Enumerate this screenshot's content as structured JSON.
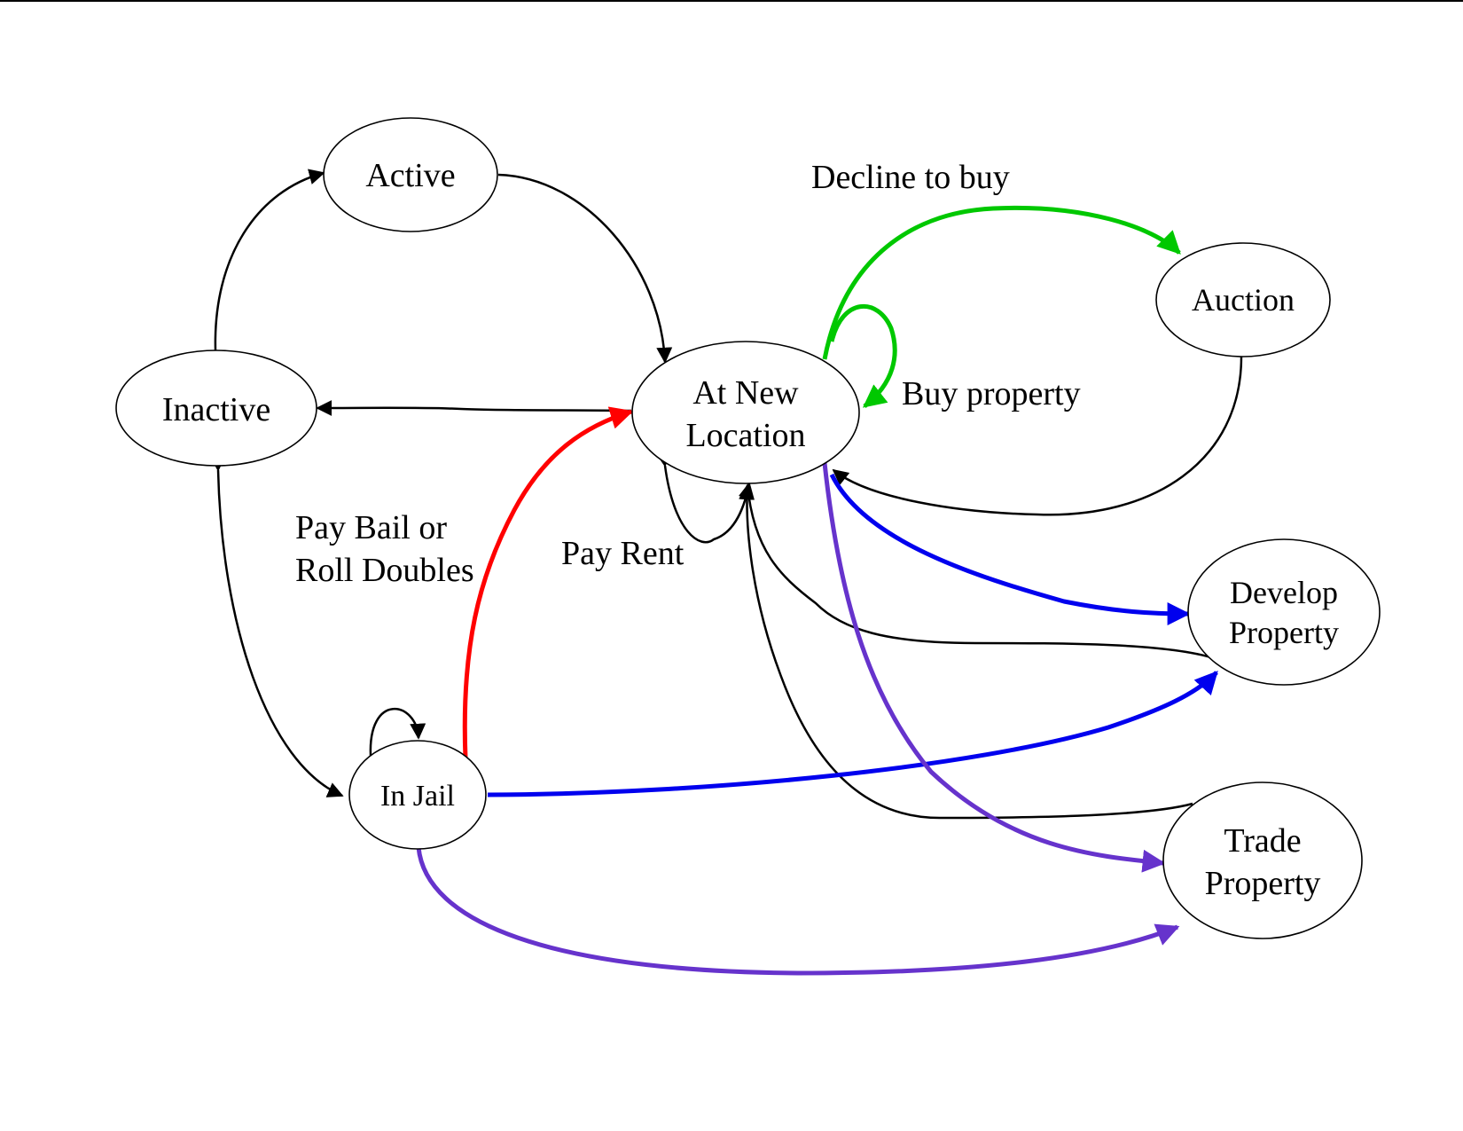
{
  "nodes": {
    "active": {
      "lines": [
        "Active"
      ]
    },
    "inactive": {
      "lines": [
        "Inactive"
      ]
    },
    "at_new_location": {
      "lines": [
        "At New",
        "Location"
      ]
    },
    "auction": {
      "lines": [
        "Auction"
      ]
    },
    "develop_property": {
      "lines": [
        "Develop",
        "Property"
      ]
    },
    "trade_property": {
      "lines": [
        "Trade",
        "Property"
      ]
    },
    "in_jail": {
      "lines": [
        "In Jail"
      ]
    }
  },
  "edge_labels": {
    "decline_to_buy": "Decline to buy",
    "buy_property": "Buy property",
    "pay_bail_1": "Pay Bail or",
    "pay_bail_2": "Roll Doubles",
    "pay_rent": "Pay Rent"
  },
  "colors": {
    "black": "#000000",
    "green": "#00c800",
    "red": "#ff0000",
    "blue": "#0000ee",
    "purple": "#6633cc"
  }
}
